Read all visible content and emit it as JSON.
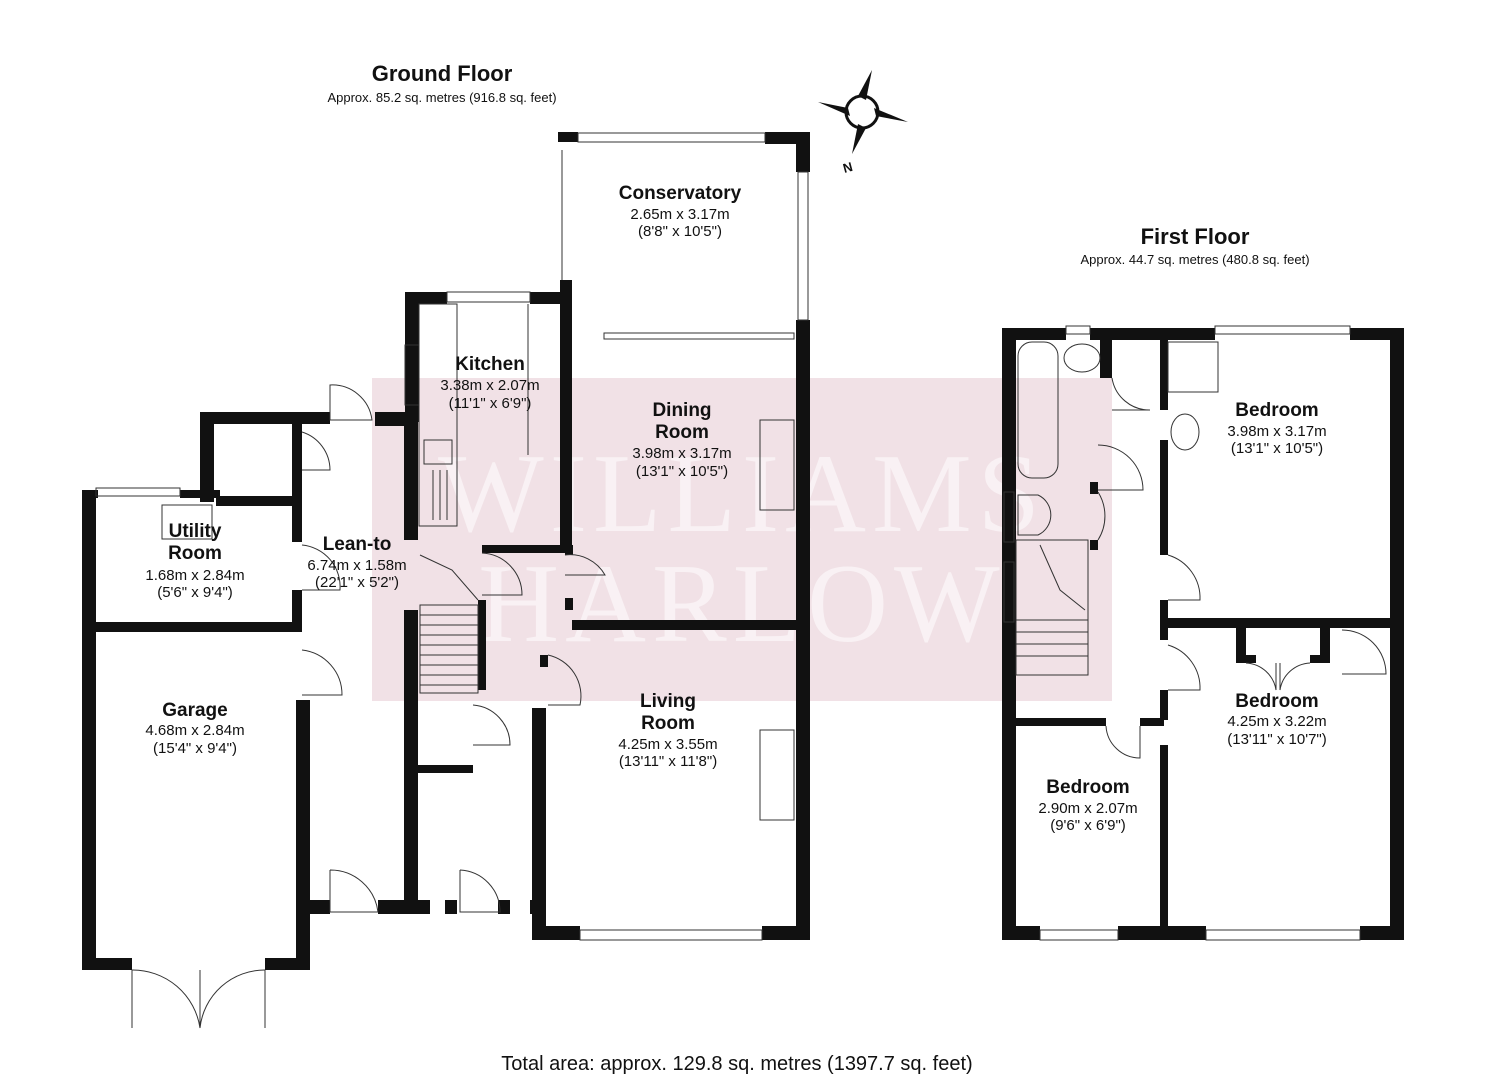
{
  "ground_floor": {
    "title": "Ground Floor",
    "area": "Approx. 85.2 sq. metres (916.8 sq. feet)"
  },
  "first_floor": {
    "title": "First Floor",
    "area": "Approx. 44.7 sq. metres (480.8 sq. feet)"
  },
  "compass": {
    "label": "N"
  },
  "watermark": {
    "line1": "WILLIAMS",
    "line2": "HARLOW"
  },
  "rooms": {
    "conservatory": {
      "name": "Conservatory",
      "metric": "2.65m x 3.17m",
      "imperial": "(8'8\" x 10'5\")"
    },
    "kitchen": {
      "name": "Kitchen",
      "metric": "3.38m x 2.07m",
      "imperial": "(11'1\" x 6'9\")"
    },
    "dining": {
      "name1": "Dining",
      "name2": "Room",
      "metric": "3.98m x 3.17m",
      "imperial": "(13'1\" x 10'5\")"
    },
    "utility": {
      "name1": "Utility",
      "name2": "Room",
      "metric": "1.68m x 2.84m",
      "imperial": "(5'6\" x 9'4\")"
    },
    "leanto": {
      "name": "Lean-to",
      "metric": "6.74m x 1.58m",
      "imperial": "(22'1\" x 5'2\")"
    },
    "garage": {
      "name": "Garage",
      "metric": "4.68m x 2.84m",
      "imperial": "(15'4\" x 9'4\")"
    },
    "living": {
      "name1": "Living",
      "name2": "Room",
      "metric": "4.25m x 3.55m",
      "imperial": "(13'11\" x 11'8\")"
    },
    "bedroom1": {
      "name": "Bedroom",
      "metric": "3.98m x 3.17m",
      "imperial": "(13'1\" x 10'5\")"
    },
    "bedroom2": {
      "name": "Bedroom",
      "metric": "4.25m x 3.22m",
      "imperial": "(13'11\" x 10'7\")"
    },
    "bedroom3": {
      "name": "Bedroom",
      "metric": "2.90m x 2.07m",
      "imperial": "(9'6\" x 6'9\")"
    }
  },
  "total_area": "Total area: approx. 129.8 sq. metres (1397.7 sq. feet)"
}
